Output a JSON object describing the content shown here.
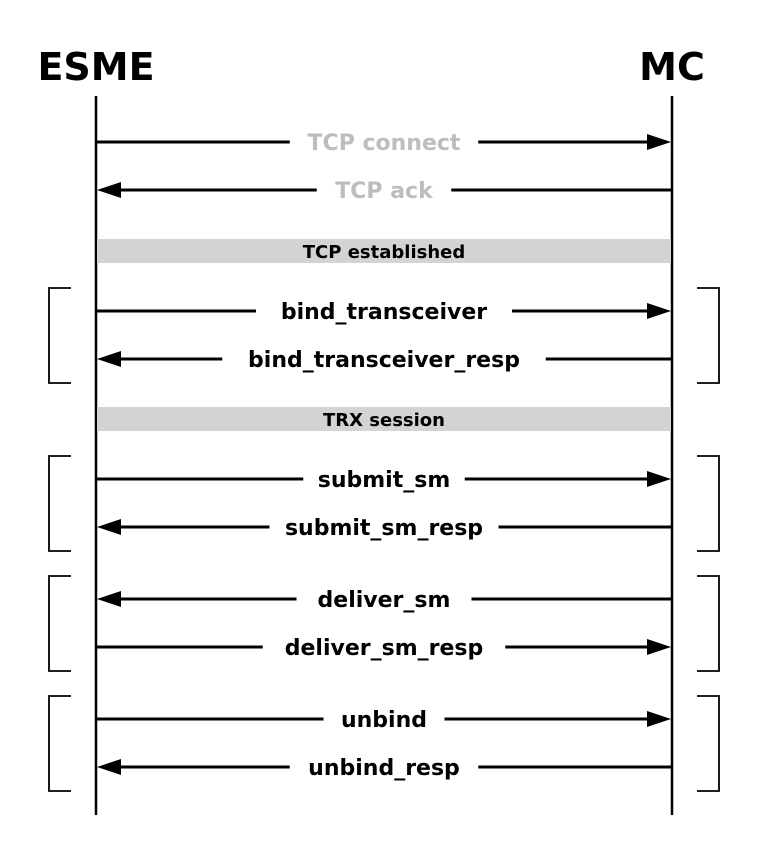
{
  "actors": {
    "left": "ESME",
    "right": "MC"
  },
  "messages": [
    {
      "label": "TCP connect",
      "direction": "right",
      "muted": true
    },
    {
      "label": "TCP ack",
      "direction": "left",
      "muted": true
    },
    {
      "label": "bind_transceiver",
      "direction": "right",
      "muted": false
    },
    {
      "label": "bind_transceiver_resp",
      "direction": "left",
      "muted": false
    },
    {
      "label": "submit_sm",
      "direction": "right",
      "muted": false
    },
    {
      "label": "submit_sm_resp",
      "direction": "left",
      "muted": false
    },
    {
      "label": "deliver_sm",
      "direction": "left",
      "muted": false
    },
    {
      "label": "deliver_sm_resp",
      "direction": "right",
      "muted": false
    },
    {
      "label": "unbind",
      "direction": "right",
      "muted": false
    },
    {
      "label": "unbind_resp",
      "direction": "left",
      "muted": false
    }
  ],
  "states": [
    {
      "label": "TCP established"
    },
    {
      "label": "TRX session"
    }
  ],
  "colors": {
    "line": "#000000",
    "muted_text": "#bdbdbd",
    "state_bar": "#d3d3d3"
  }
}
